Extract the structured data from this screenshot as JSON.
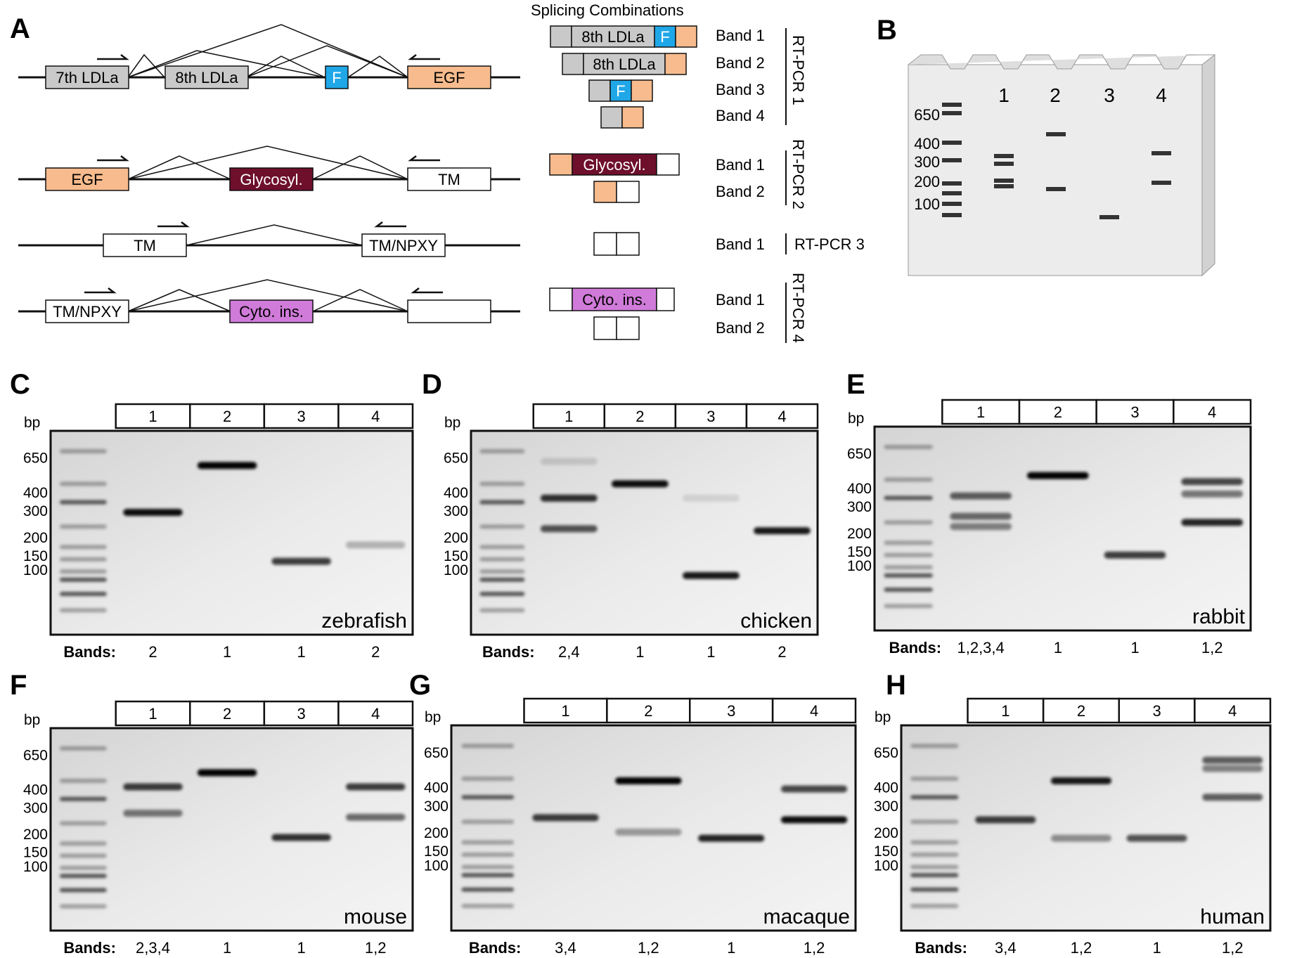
{
  "panel_a": {
    "panel_label": "A",
    "header": "Splicing Combinations",
    "rows": [
      {
        "exons": [
          "7th LDLa",
          "8th LDLa",
          "F",
          "EGF"
        ],
        "combos": [
          {
            "segments": [
              "8th LDLa",
              "F"
            ],
            "band": "Band 1"
          },
          {
            "segments": [
              "8th LDLa"
            ],
            "band": "Band 2"
          },
          {
            "segments": [
              "F"
            ],
            "band": "Band 3"
          },
          {
            "segments": [],
            "band": "Band 4"
          }
        ],
        "pcr": "RT-PCR 1"
      },
      {
        "exons": [
          "EGF",
          "Glycosyl.",
          "TM"
        ],
        "combos": [
          {
            "segments": [
              "Glycosyl."
            ],
            "band": "Band 1"
          },
          {
            "segments": [],
            "band": "Band 2"
          }
        ],
        "pcr": "RT-PCR 2"
      },
      {
        "exons": [
          "TM",
          "TM/NPXY"
        ],
        "combos": [
          {
            "segments": [],
            "band": "Band 1"
          }
        ],
        "pcr": "RT-PCR 3"
      },
      {
        "exons": [
          "TM/NPXY",
          "Cyto. ins.",
          ""
        ],
        "combos": [
          {
            "segments": [
              "Cyto. ins."
            ],
            "band": "Band 1"
          },
          {
            "segments": [],
            "band": "Band 2"
          }
        ],
        "pcr": "RT-PCR 4"
      }
    ]
  },
  "panel_b": {
    "panel_label": "B",
    "lanes": [
      "1",
      "2",
      "3",
      "4"
    ],
    "ladder": [
      "650",
      "400",
      "300",
      "200",
      "100"
    ]
  },
  "gels": [
    {
      "panel_label": "C",
      "species": "zebrafish",
      "lanes": [
        "1",
        "2",
        "3",
        "4"
      ],
      "ladder": [
        "650",
        "400",
        "300",
        "200",
        "150",
        "100"
      ],
      "bp": "bp",
      "bands_label": "Bands:",
      "bands": [
        "2",
        "1",
        "1",
        "2"
      ]
    },
    {
      "panel_label": "D",
      "species": "chicken",
      "lanes": [
        "1",
        "2",
        "3",
        "4"
      ],
      "ladder": [
        "650",
        "400",
        "300",
        "200",
        "150",
        "100"
      ],
      "bp": "bp",
      "bands_label": "Bands:",
      "bands": [
        "2,4",
        "1",
        "1",
        "2"
      ]
    },
    {
      "panel_label": "E",
      "species": "rabbit",
      "lanes": [
        "1",
        "2",
        "3",
        "4"
      ],
      "ladder": [
        "650",
        "400",
        "300",
        "200",
        "150",
        "100"
      ],
      "bp": "bp",
      "bands_label": "Bands:",
      "bands": [
        "1,2,3,4",
        "1",
        "1",
        "1,2"
      ]
    },
    {
      "panel_label": "F",
      "species": "mouse",
      "lanes": [
        "1",
        "2",
        "3",
        "4"
      ],
      "ladder": [
        "650",
        "400",
        "300",
        "200",
        "150",
        "100"
      ],
      "bp": "bp",
      "bands_label": "Bands:",
      "bands": [
        "2,3,4",
        "1",
        "1",
        "1,2"
      ]
    },
    {
      "panel_label": "G",
      "species": "macaque",
      "lanes": [
        "1",
        "2",
        "3",
        "4"
      ],
      "ladder": [
        "650",
        "400",
        "300",
        "200",
        "150",
        "100"
      ],
      "bp": "bp",
      "bands_label": "Bands:",
      "bands": [
        "3,4",
        "1,2",
        "1",
        "1,2"
      ]
    },
    {
      "panel_label": "H",
      "species": "human",
      "lanes": [
        "1",
        "2",
        "3",
        "4"
      ],
      "ladder": [
        "650",
        "400",
        "300",
        "200",
        "150",
        "100"
      ],
      "bp": "bp",
      "bands_label": "Bands:",
      "bands": [
        "3,4",
        "1,2",
        "1",
        "1,2"
      ]
    }
  ],
  "colors": {
    "ldla": "#c9c9c9",
    "f": "#1fa7e8",
    "egf": "#f7bb8d",
    "glycosyl": "#6e0f2c",
    "cyto": "#d07bd9",
    "tm": "#ffffff"
  }
}
